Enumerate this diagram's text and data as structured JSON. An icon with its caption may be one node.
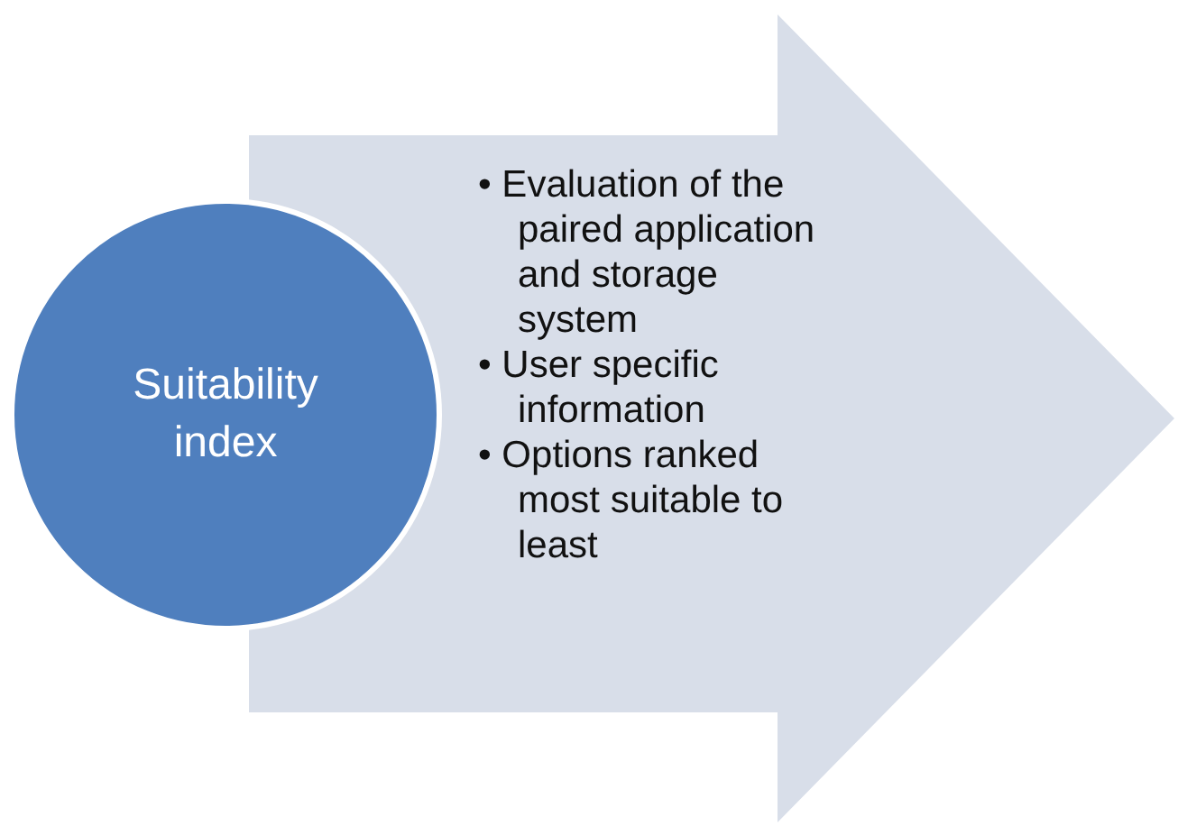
{
  "diagram": {
    "nodes": [
      {
        "text": [
          "Suitability index"
        ]
      },
      {
        "text": [
          "• Evaluation of the paired application and storage system",
          "• User specific information",
          "• Options ranked most suitable to least"
        ]
      }
    ]
  }
}
